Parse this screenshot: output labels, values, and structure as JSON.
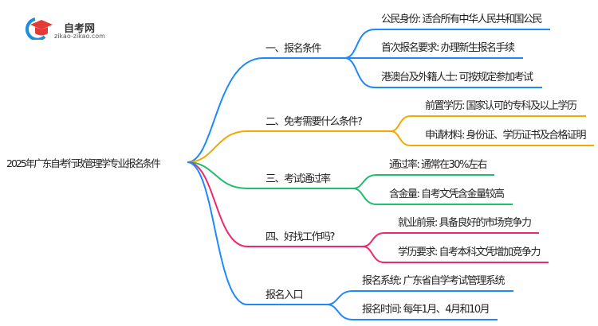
{
  "logo": {
    "title": "自考网",
    "url": "zikao-zikao.com"
  },
  "root": "2025年广东自考行政管理学专业报名条件",
  "branches": [
    {
      "label": "一、报名条件",
      "color": "#1e88ff",
      "children": [
        "公民身份: 适合所有中华人民共和国公民",
        "首次报名要求: 办理新生报名手续",
        "港澳台及外籍人士: 可按规定参加考试"
      ]
    },
    {
      "label": "二、免考需要什么条件?",
      "color": "#f5a800",
      "children": [
        "前置学历: 国家认可的专科及以上学历",
        "申请材料: 身份证、学历证书及合格证明"
      ]
    },
    {
      "label": "三、考试通过率",
      "color": "#1dbf6a",
      "children": [
        "通过率: 通常在30%左右",
        "含金量: 自考文凭含金量较高"
      ]
    },
    {
      "label": "四、好找工作吗?",
      "color": "#f0266f",
      "children": [
        "就业前景: 具备良好的市场竞争力",
        "学历要求: 自考本科文凭增加竞争力"
      ]
    },
    {
      "label": "报名入口",
      "color": "#1e88ff",
      "children": [
        "报名系统: 广东省自学考试管理系统",
        "报名时间: 每年1月、4月和10月"
      ]
    }
  ]
}
